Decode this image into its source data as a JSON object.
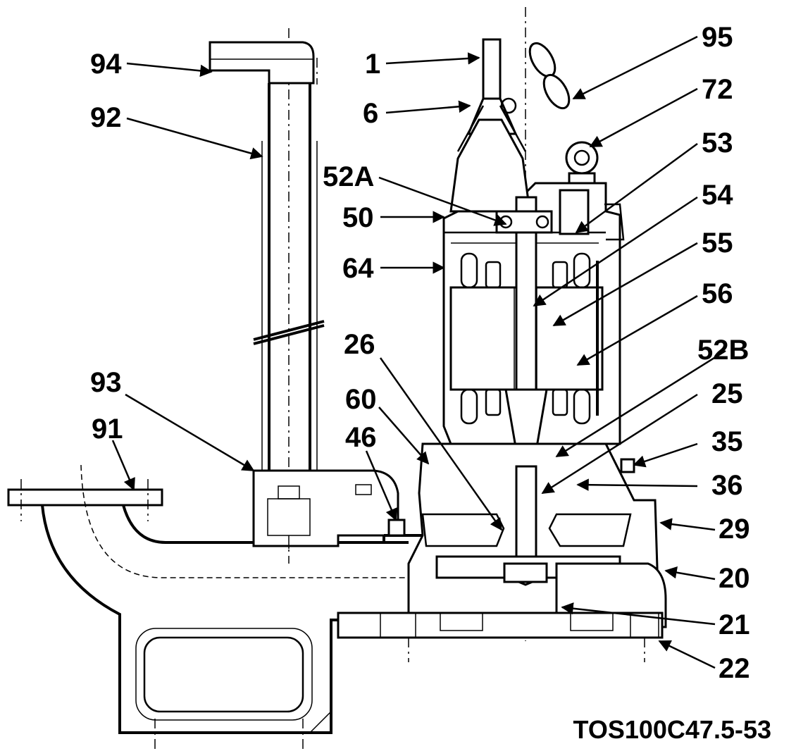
{
  "drawing_code": "TOS100C47.5-53",
  "part_numbers": [
    "1",
    "6",
    "94",
    "92",
    "95",
    "72",
    "53",
    "52A",
    "50",
    "54",
    "64",
    "55",
    "56",
    "26",
    "52B",
    "93",
    "60",
    "25",
    "91",
    "46",
    "35",
    "36",
    "29",
    "20",
    "21",
    "22"
  ]
}
